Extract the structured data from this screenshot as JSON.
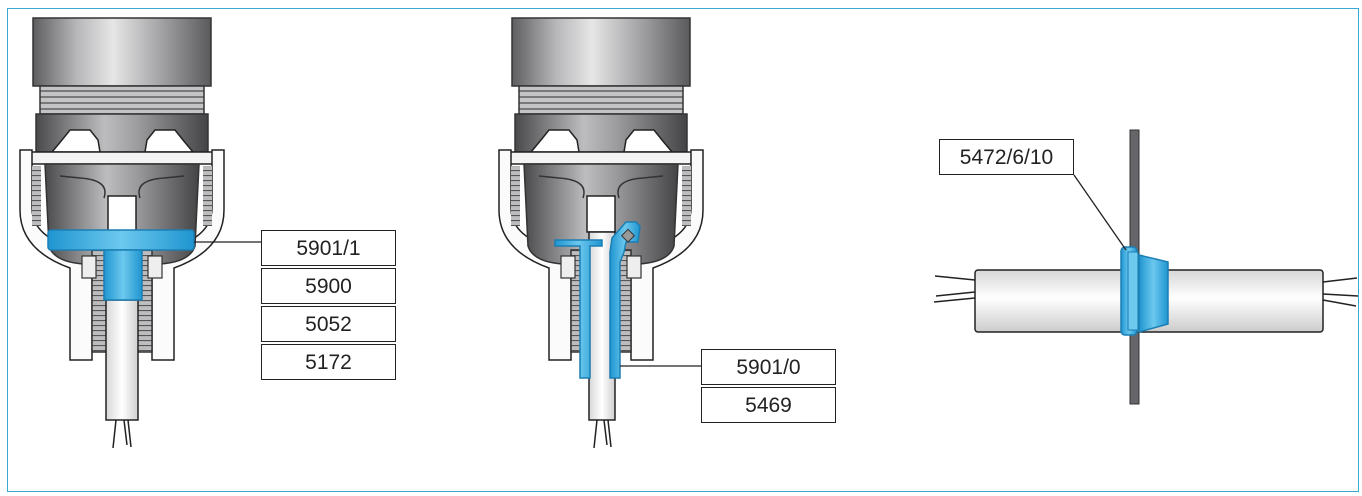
{
  "colors": {
    "accent": "#3aa9d6",
    "frame": "#3aa9d6",
    "metal_dark": "#5a5a5c",
    "metal_light": "#d0d0d2"
  },
  "figure_left": {
    "parts": [
      "5901/1",
      "5900",
      "5052",
      "5172"
    ]
  },
  "figure_middle": {
    "parts": [
      "5901/0",
      "5469"
    ]
  },
  "figure_right": {
    "parts": [
      "5472/6/10"
    ]
  }
}
